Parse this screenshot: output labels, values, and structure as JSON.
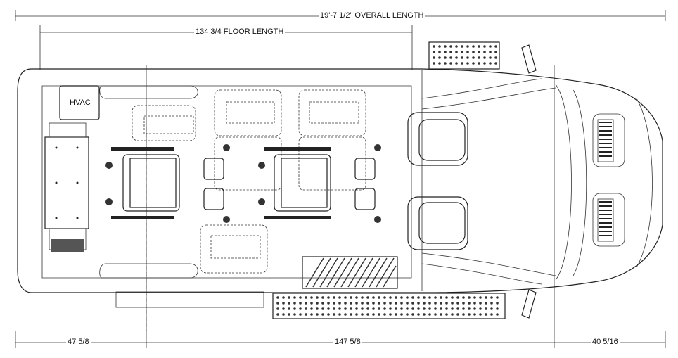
{
  "dimensions": {
    "overall_length": "19'-7 1/2\" OVERALL LENGTH",
    "floor_length": "134 3/4 FLOOR LENGTH",
    "rear_overhang": "47 5/8",
    "wheelbase": "147 5/8",
    "front_overhang": "40 5/16"
  },
  "labels": {
    "hvac": "HVAC"
  }
}
